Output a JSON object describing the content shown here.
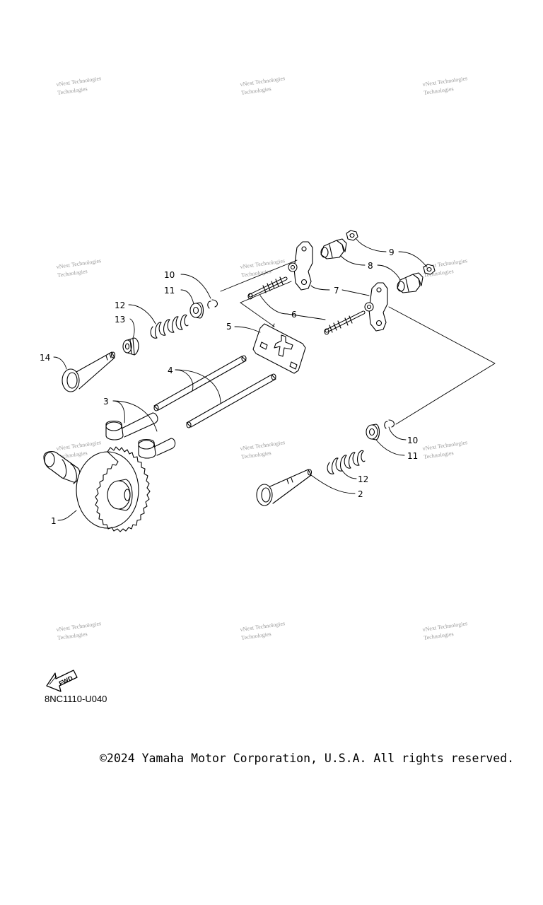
{
  "diagram": {
    "callouts": [
      "1",
      "2",
      "3",
      "4",
      "5",
      "6",
      "7",
      "8",
      "9",
      "10",
      "11",
      "12",
      "13",
      "14",
      "10",
      "11",
      "12"
    ],
    "fwd_label": "FWD",
    "diagram_code": "8NC1110-U040"
  },
  "watermark": {
    "text_line1": "vNext Technologies",
    "text_line2": "Technologies"
  },
  "footer": {
    "copyright": "©2024 Yamaha Motor Corporation, U.S.A. All rights reserved."
  },
  "colors": {
    "line": "#000000",
    "watermark": "#9a9a9a",
    "background": "#ffffff"
  }
}
